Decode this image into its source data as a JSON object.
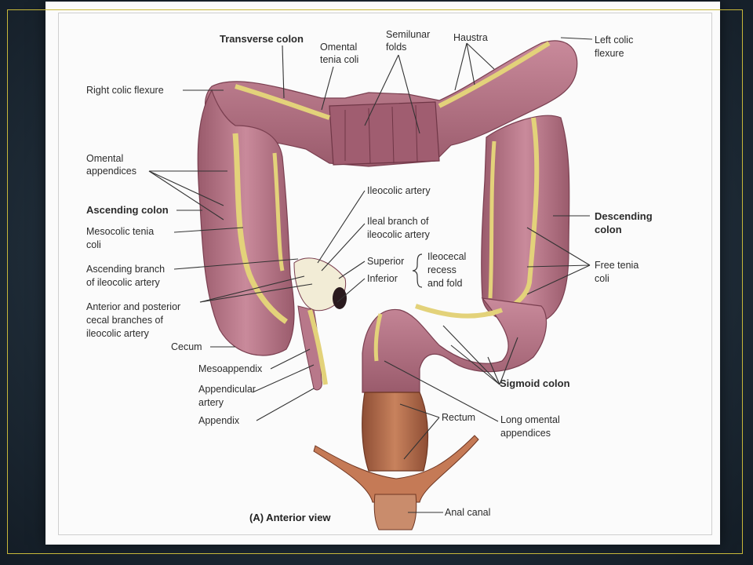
{
  "caption": "(A) Anterior view",
  "labels": {
    "transverse_colon": "Transverse colon",
    "omental_tenia_coli_1": "Omental",
    "omental_tenia_coli_2": "tenia coli",
    "semilunar_1": "Semilunar",
    "semilunar_2": "folds",
    "haustra": "Haustra",
    "left_colic_1": "Left colic",
    "left_colic_2": "flexure",
    "right_colic": "Right colic flexure",
    "omental_app_1": "Omental",
    "omental_app_2": "appendices",
    "ascending_colon": "Ascending colon",
    "mesocolic_1": "Mesocolic tenia",
    "mesocolic_2": "coli",
    "asc_branch_1": "Ascending branch",
    "asc_branch_2": "of ileocolic artery",
    "ant_post_1": "Anterior and posterior",
    "ant_post_2": "cecal branches of",
    "ant_post_3": "ileocolic artery",
    "cecum": "Cecum",
    "mesoappendix": "Mesoappendix",
    "appendicular_1": "Appendicular",
    "appendicular_2": "artery",
    "appendix": "Appendix",
    "ileocolic_artery": "Ileocolic artery",
    "ileal_branch_1": "Ileal branch of",
    "ileal_branch_2": "ileocolic artery",
    "superior": "Superior",
    "inferior": "Inferior",
    "ileocecal_1": "Ileocecal",
    "ileocecal_2": "recess",
    "ileocecal_3": "and fold",
    "descending_1": "Descending",
    "descending_2": "colon",
    "free_tenia_1": "Free tenia",
    "free_tenia_2": "coli",
    "sigmoid_colon": "Sigmoid colon",
    "rectum": "Rectum",
    "long_omental_1": "Long omental",
    "long_omental_2": "appendices",
    "anal_canal": "Anal canal"
  },
  "colors": {
    "colon": "#b8788a",
    "colon_dark": "#8a4f60",
    "fat": "#e8dc8a",
    "rectum": "#b5704f",
    "background": "#fbfbfb",
    "frame_line": "#c8b83a"
  }
}
